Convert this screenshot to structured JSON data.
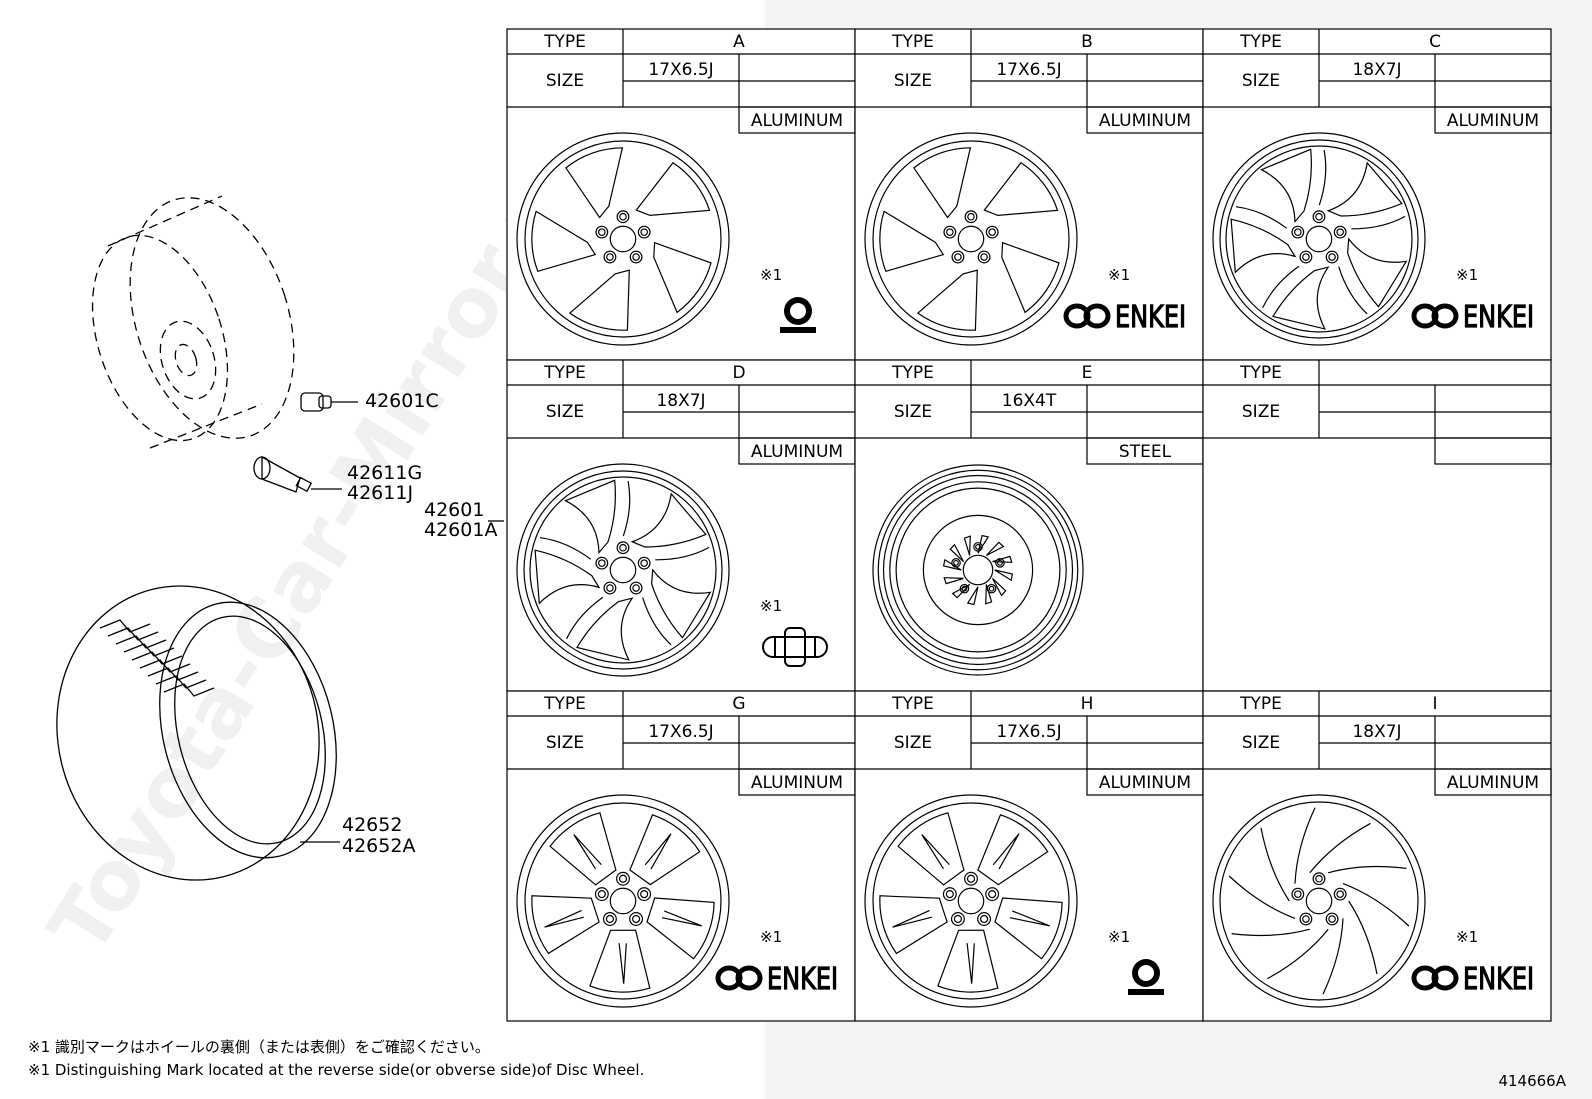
{
  "labels": {
    "type": "TYPE",
    "size": "SIZE",
    "mark_ref": "※1",
    "enkei": "ENKEI"
  },
  "cells": [
    {
      "type": "A",
      "size": "17X6.5J",
      "material": "ALUMINUM",
      "wheel": "wheel-5-twin-spoke",
      "mark": "round-mark"
    },
    {
      "type": "B",
      "size": "17X6.5J",
      "material": "ALUMINUM",
      "wheel": "wheel-5-twin-spoke",
      "mark": "enkei-logo"
    },
    {
      "type": "C",
      "size": "18X7J",
      "material": "ALUMINUM",
      "wheel": "wheel-curved-spoke",
      "mark": "enkei-logo"
    },
    {
      "type": "D",
      "size": "18X7J",
      "material": "ALUMINUM",
      "wheel": "wheel-curved-spoke",
      "mark": "capsule-mark"
    },
    {
      "type": "E",
      "size": "16X4T",
      "material": "STEEL",
      "wheel": "wheel-steel-spare",
      "mark": ""
    },
    {
      "type": "",
      "size": "",
      "material": "",
      "wheel": "",
      "mark": ""
    },
    {
      "type": "G",
      "size": "17X6.5J",
      "material": "ALUMINUM",
      "wheel": "wheel-5-star-spoke",
      "mark": "enkei-logo"
    },
    {
      "type": "H",
      "size": "17X6.5J",
      "material": "ALUMINUM",
      "wheel": "wheel-5-star-spoke",
      "mark": "round-mark"
    },
    {
      "type": "I",
      "size": "18X7J",
      "material": "ALUMINUM",
      "wheel": "wheel-swirl-spoke",
      "mark": "enkei-logo"
    }
  ],
  "parts": {
    "cap": "42601C",
    "valve_1": "42611G",
    "valve_2": "42611J",
    "wheel_1": "42601",
    "wheel_2": "42601A",
    "tire_1": "42652",
    "tire_2": "42652A"
  },
  "notes": {
    "jp": "※1 識別マークはホイールの裏側（または表側）をご確認ください。",
    "en": "※1 Distinguishing Mark located at the reverse side(or obverse side)of Disc Wheel."
  },
  "diagram_id": "414666A",
  "watermark": "Toyota-Car-Mirror.ru",
  "colors": {
    "ink": "#000000",
    "paper": "#ffffff",
    "bg": "#f4f4f4"
  }
}
